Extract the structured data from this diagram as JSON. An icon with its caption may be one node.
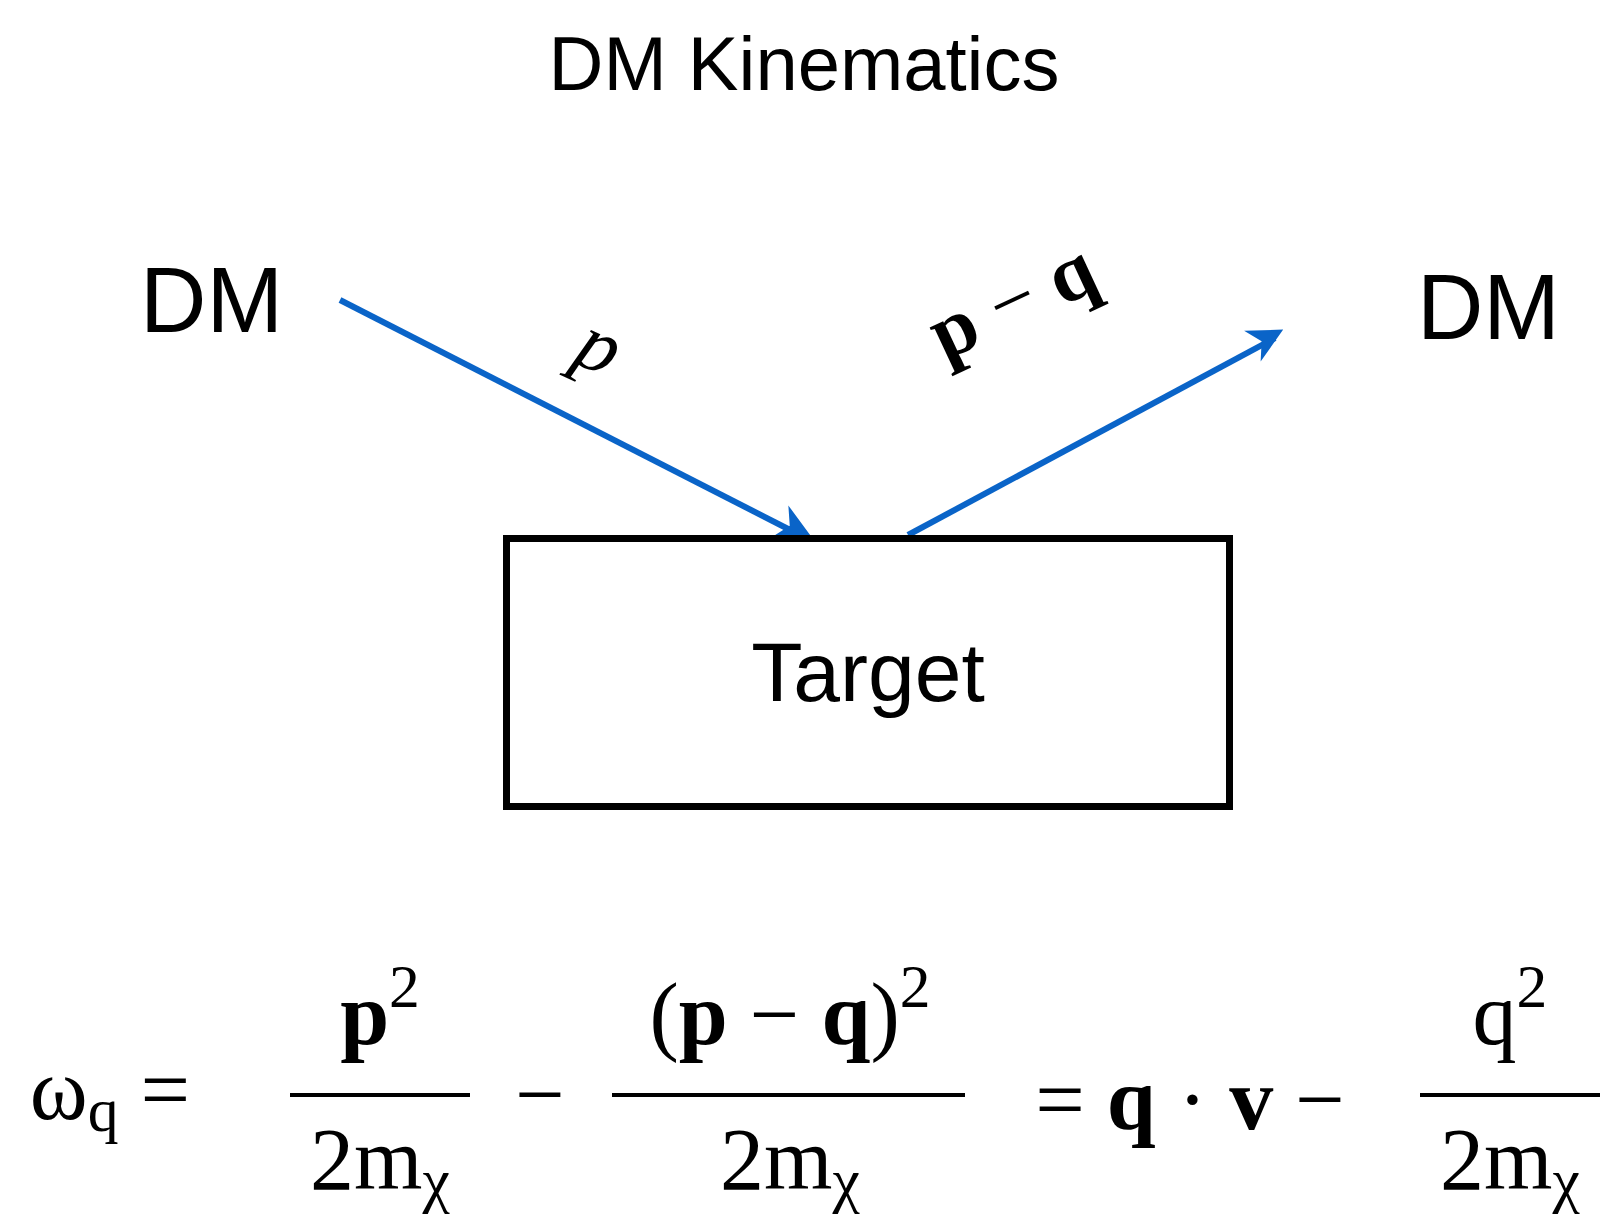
{
  "diagram": {
    "title": "DM Kinematics",
    "nodes": [
      {
        "text": [
          "DM"
        ]
      },
      {
        "text": [
          "DM"
        ]
      },
      {
        "text": [
          "Target"
        ]
      }
    ],
    "edges": [
      {
        "from": 0,
        "to": 2,
        "arrow": "to",
        "label": "p",
        "color": "#0a64c8"
      },
      {
        "from": 2,
        "to": 1,
        "arrow": "to",
        "label": "**p** − **q**",
        "color": "#0a64c8"
      }
    ],
    "labels": [
      "ω$_{q}$ =",
      "**p**$^{2}$",
      "2m$_{χ}$",
      "−",
      "(**p** − **q**)$^{2}$",
      "2m$_{χ}$",
      "= **q** · **v** −",
      "q$^{2}$",
      "2m$_{χ}$"
    ]
  }
}
